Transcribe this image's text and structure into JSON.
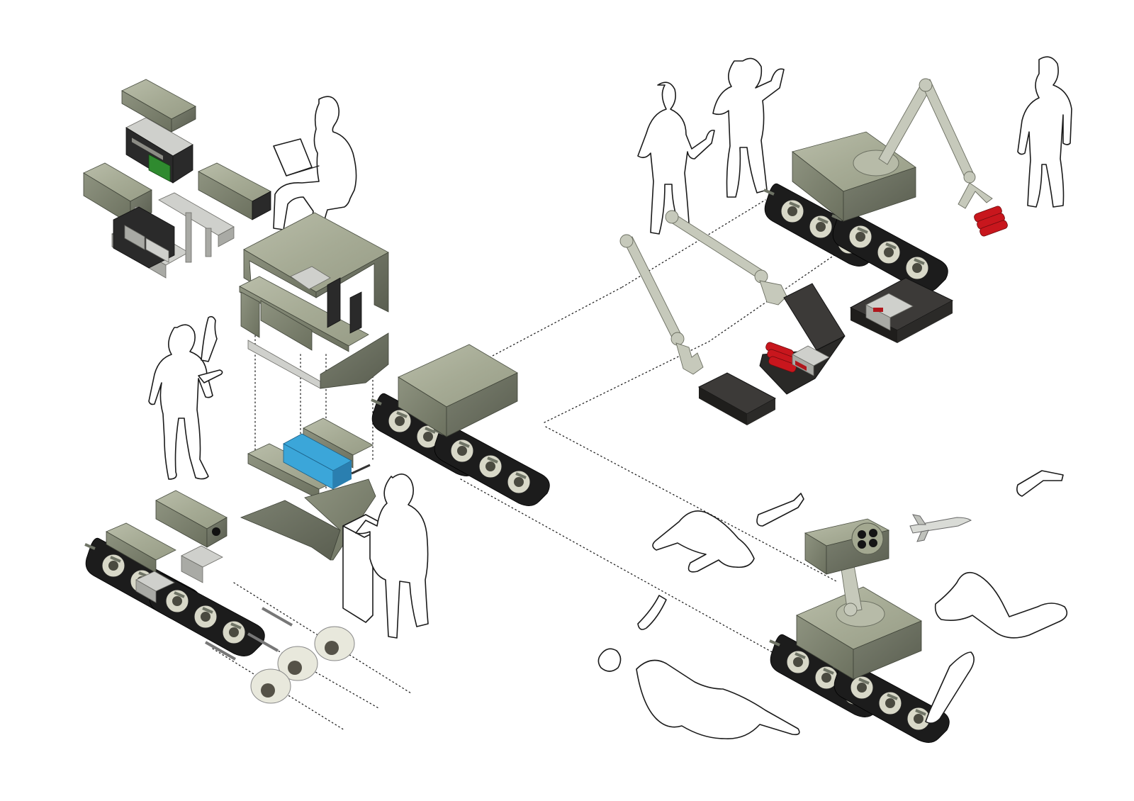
{
  "figure": {
    "kind": "exploded isometric illustration",
    "palette": {
      "concrete": "#a9ae9a",
      "concrete_dark": "#6f7466",
      "tread": "#1c1c1c",
      "dynamite": "#c8161d",
      "battery": "#3ba6d9",
      "circuit_board": "#2f8a2f",
      "line_art": "#1a1a1a",
      "background": "#ffffff"
    },
    "groups": [
      "electronics-exploded",
      "chassis-assembly",
      "central-robot",
      "bomb-disposal-scene",
      "weapon-scene"
    ]
  }
}
